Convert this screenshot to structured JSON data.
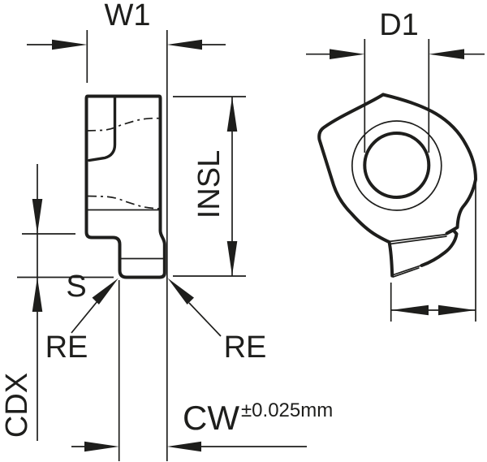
{
  "drawing": {
    "type": "technical-insert-drawing",
    "colors": {
      "line": "#1e1e1c",
      "background": "#ffffff"
    },
    "labels": {
      "w1": "W1",
      "d1": "D1",
      "insl": "INSL",
      "s": "S",
      "re_left": "RE",
      "re_right": "RE",
      "cdx": "CDX",
      "cw": "CW",
      "cw_tolerance": "±0.025mm"
    }
  }
}
